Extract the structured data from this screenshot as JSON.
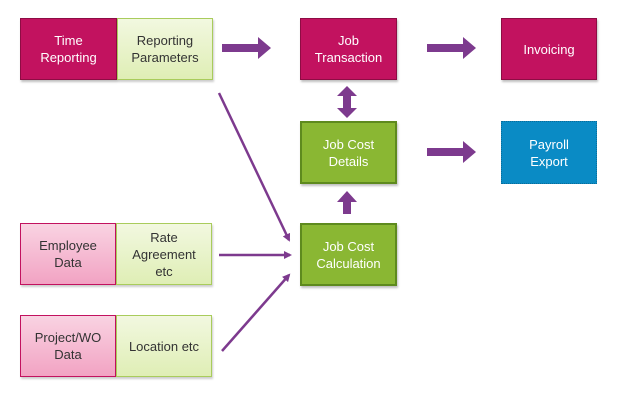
{
  "colors": {
    "magenta": "#c2125f",
    "light_green": "#e6f2c4",
    "pink": "#f5b6cf",
    "green": "#8ab733",
    "blue": "#0a8bc5",
    "arrow": "#7d3a8e"
  },
  "nodes": {
    "time_reporting": "Time\nReporting",
    "reporting_parameters": "Reporting\nParameters",
    "job_transaction": "Job\nTransaction",
    "invoicing": "Invoicing",
    "job_cost_details": "Job Cost\nDetails",
    "payroll_export": "Payroll\nExport",
    "employee_data": "Employee\nData",
    "rate_agreement": "Rate\nAgreement\netc",
    "job_cost_calculation": "Job Cost\nCalculation",
    "project_wo_data": "Project/WO\nData",
    "location": "Location etc"
  },
  "edges": [
    {
      "from": "reporting_parameters",
      "to": "job_transaction",
      "style": "block"
    },
    {
      "from": "job_transaction",
      "to": "invoicing",
      "style": "block"
    },
    {
      "from": "job_cost_details",
      "to": "payroll_export",
      "style": "block"
    },
    {
      "from": "job_transaction",
      "to": "job_cost_details",
      "style": "block-bidirectional"
    },
    {
      "from": "job_cost_calculation",
      "to": "job_cost_details",
      "style": "block"
    },
    {
      "from": "reporting_parameters",
      "to": "job_cost_calculation",
      "style": "line"
    },
    {
      "from": "rate_agreement",
      "to": "job_cost_calculation",
      "style": "line"
    },
    {
      "from": "location",
      "to": "job_cost_calculation",
      "style": "line"
    }
  ]
}
